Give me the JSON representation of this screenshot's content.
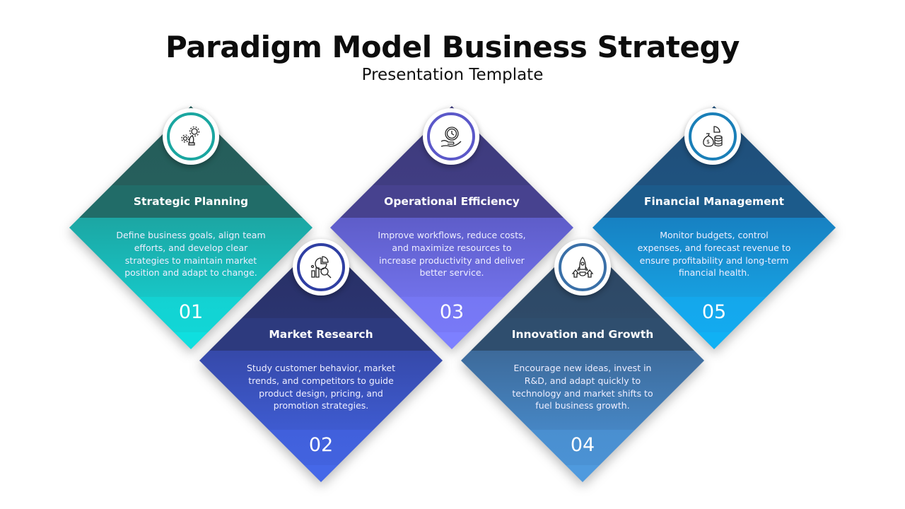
{
  "header": {
    "title": "Paradigm Model Business Strategy",
    "subtitle": "Presentation Template"
  },
  "cards": [
    {
      "title": "Strategic Planning",
      "description": "Define business goals, align team efforts, and develop clear strategies to maintain market position and adapt to change.",
      "number": "01",
      "icon": "gears-chess-icon",
      "ring_color": "#1aa6a0"
    },
    {
      "title": "Market Research",
      "description": "Study customer behavior, market trends, and competitors to guide product design, pricing, and promotion strategies.",
      "number": "02",
      "icon": "chart-magnifier-icon",
      "ring_color": "#2f3fa3"
    },
    {
      "title": "Operational Efficiency",
      "description": "Improve workflows, reduce costs, and maximize resources to increase productivity and deliver better service.",
      "number": "03",
      "icon": "clock-hand-icon",
      "ring_color": "#5b58c9"
    },
    {
      "title": "Innovation and Growth",
      "description": "Encourage new ideas, invest in R&D, and adapt quickly to technology and market shifts to fuel business growth.",
      "number": "04",
      "icon": "rocket-arrows-icon",
      "ring_color": "#3a70a8"
    },
    {
      "title": "Financial Management",
      "description": "Monitor budgets, control expenses, and forecast revenue to ensure profitability and long-term financial health.",
      "number": "05",
      "icon": "money-bag-coins-icon",
      "ring_color": "#1a7fb8"
    }
  ]
}
